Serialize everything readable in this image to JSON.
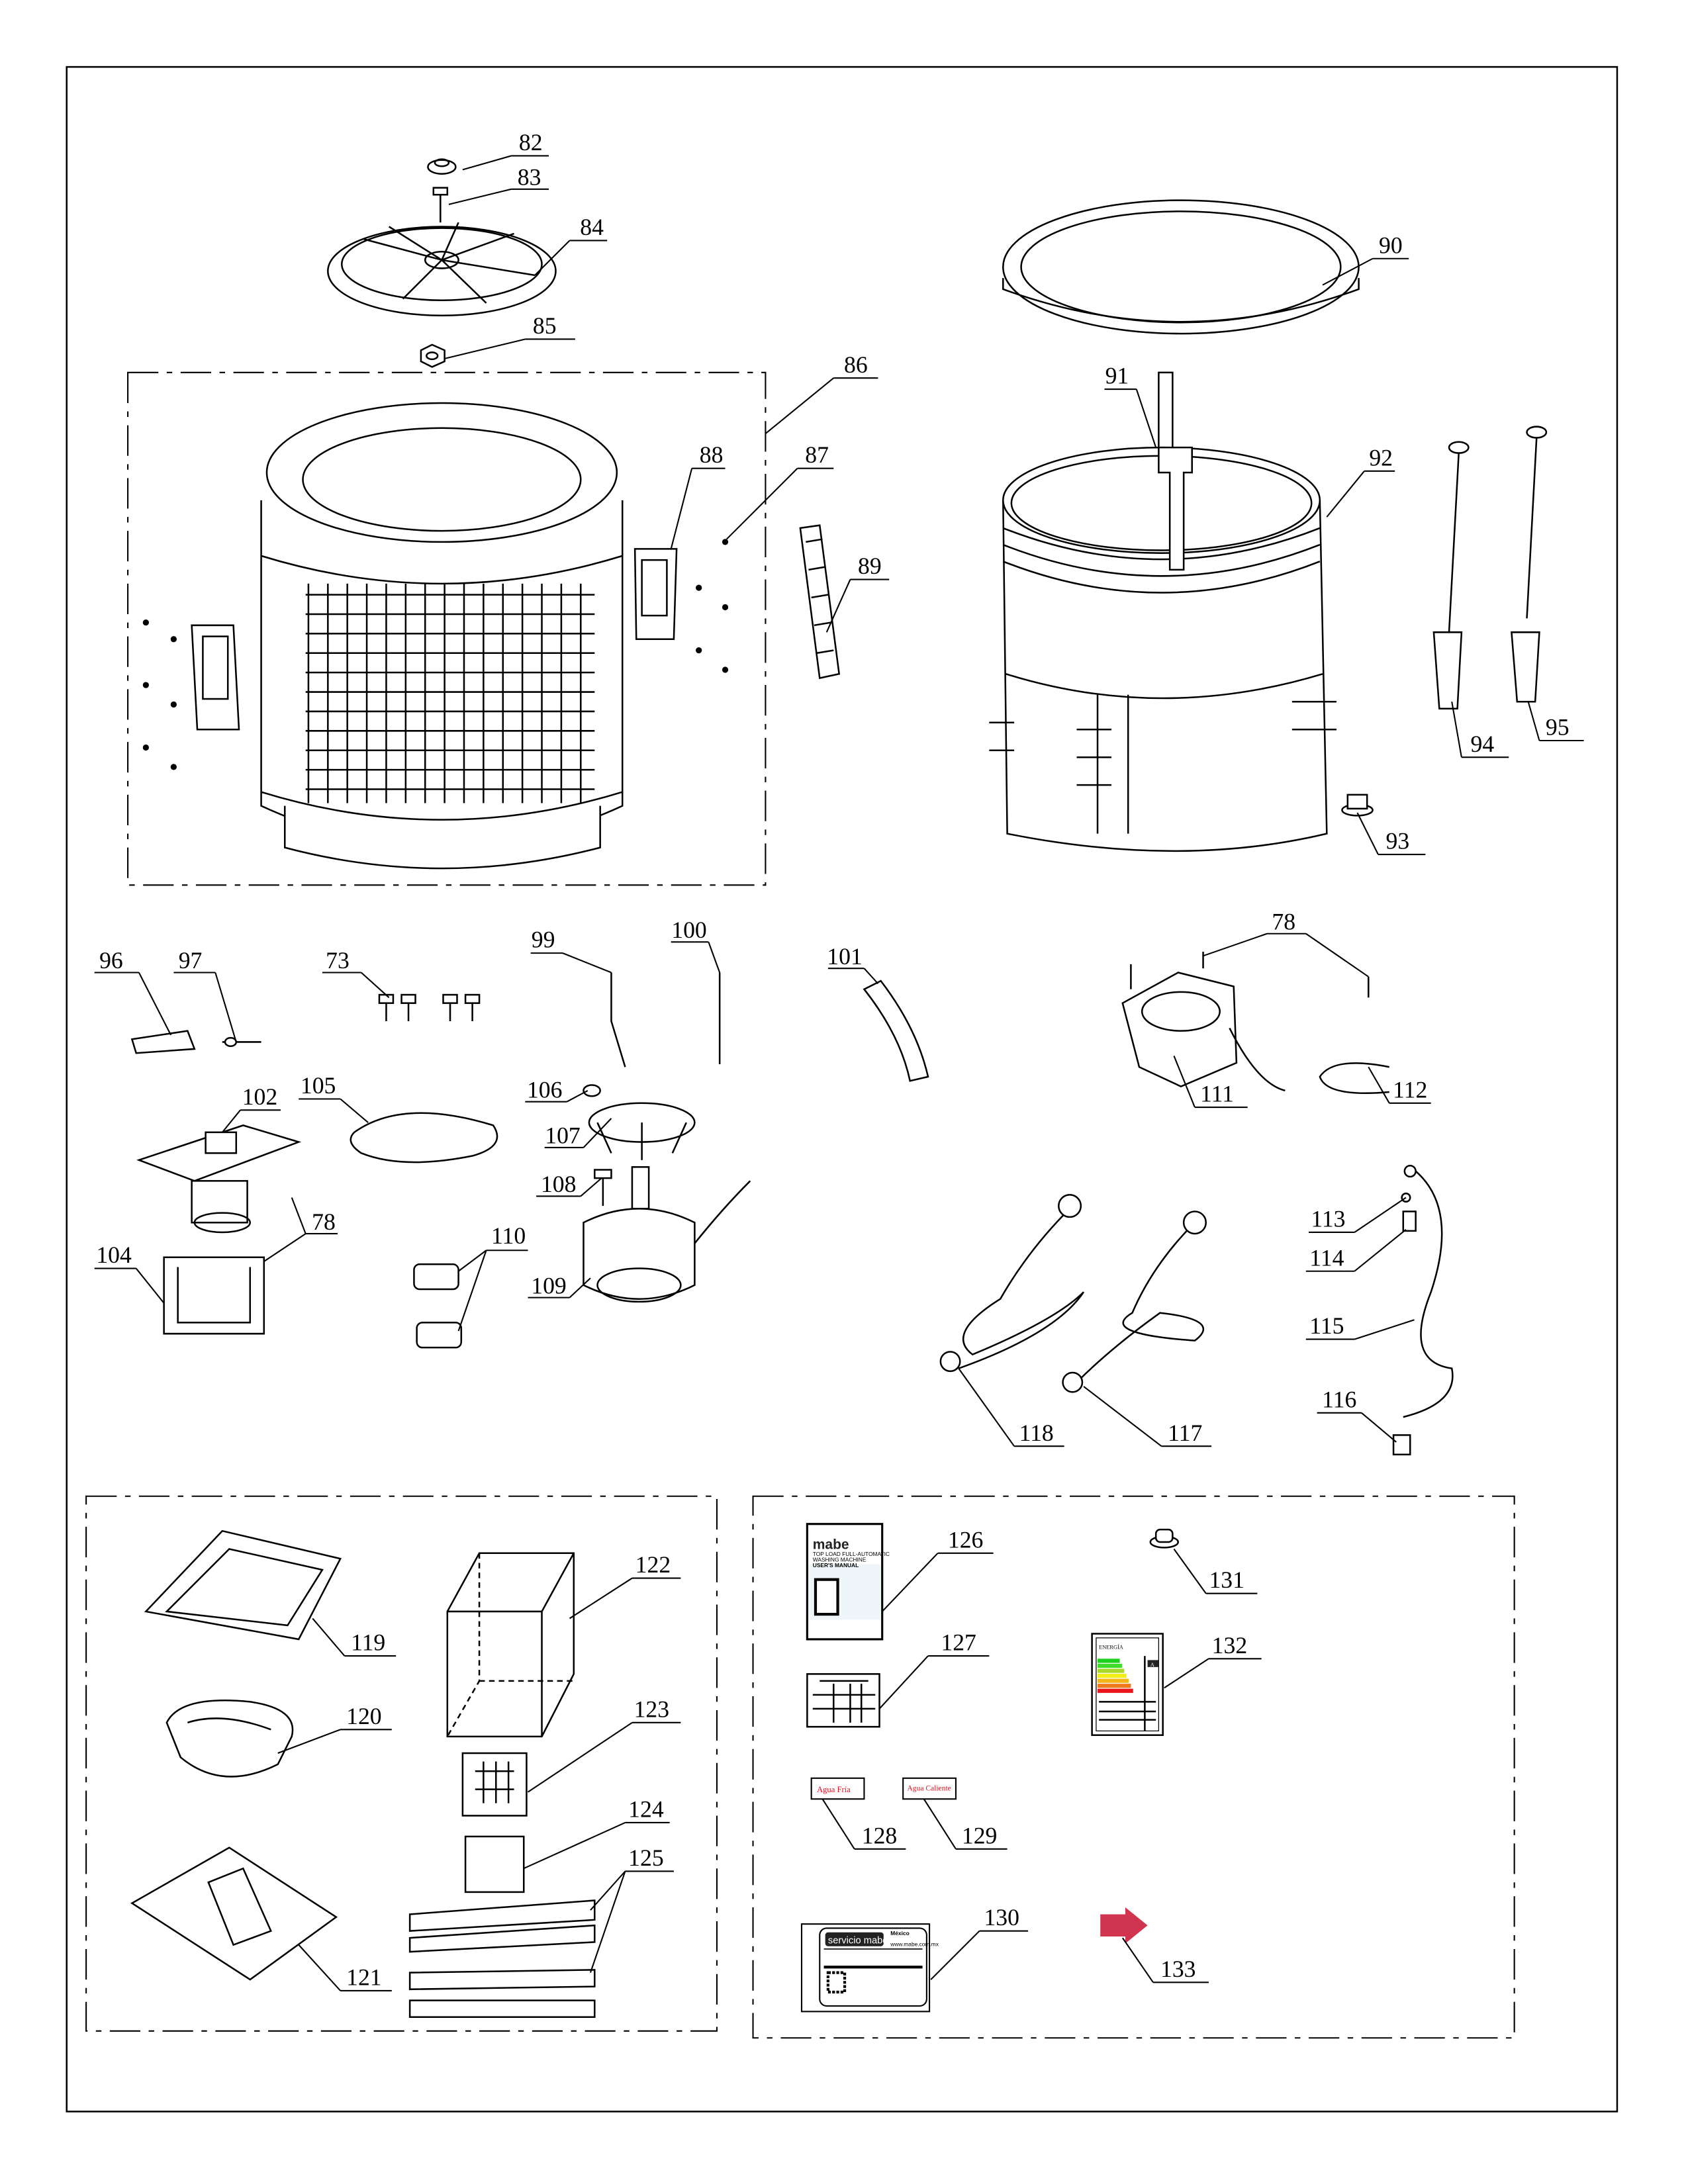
{
  "callouts": {
    "c82": "82",
    "c83": "83",
    "c84": "84",
    "c85": "85",
    "c86": "86",
    "c87": "87",
    "c88": "88",
    "c89": "89",
    "c90": "90",
    "c91": "91",
    "c92": "92",
    "c93": "93",
    "c94": "94",
    "c95": "95",
    "c96": "96",
    "c97": "97",
    "c73": "73",
    "c99": "99",
    "c100": "100",
    "c101": "101",
    "c78a": "78",
    "c111": "111",
    "c112": "112",
    "c102": "102",
    "c105": "105",
    "c106": "106",
    "c107": "107",
    "c108": "108",
    "c78b": "78",
    "c104": "104",
    "c110": "110",
    "c109": "109",
    "c113": "113",
    "c114": "114",
    "c115": "115",
    "c116": "116",
    "c117": "117",
    "c118": "118",
    "c119": "119",
    "c120": "120",
    "c121": "121",
    "c122": "122",
    "c123": "123",
    "c124": "124",
    "c125": "125",
    "c126": "126",
    "c127": "127",
    "c128": "128",
    "c129": "129",
    "c130": "130",
    "c131": "131",
    "c132": "132",
    "c133": "133"
  },
  "manual": {
    "brand": "mabe",
    "line1": "TOP LOAD FULL-AUTOMATIC",
    "line2": "WASHING MACHINE",
    "line3": "USER'S MANUAL"
  },
  "energy_label": {
    "title": "ENERGÍA",
    "grade": "A"
  },
  "stickers": {
    "cold": "Agua Fría",
    "hot": "Agua Caliente"
  },
  "service_card": {
    "brand": "servicio mabe",
    "country": "México",
    "web": "www.mabe.com.mx"
  },
  "colors": {
    "sticker_text": "#e8101e",
    "arrow": "#d0344f",
    "energy": [
      "#1fd11f",
      "#3fdc2a",
      "#a8d82a",
      "#f2ee1a",
      "#f3b71c",
      "#ef7a1c",
      "#e8161c"
    ]
  }
}
